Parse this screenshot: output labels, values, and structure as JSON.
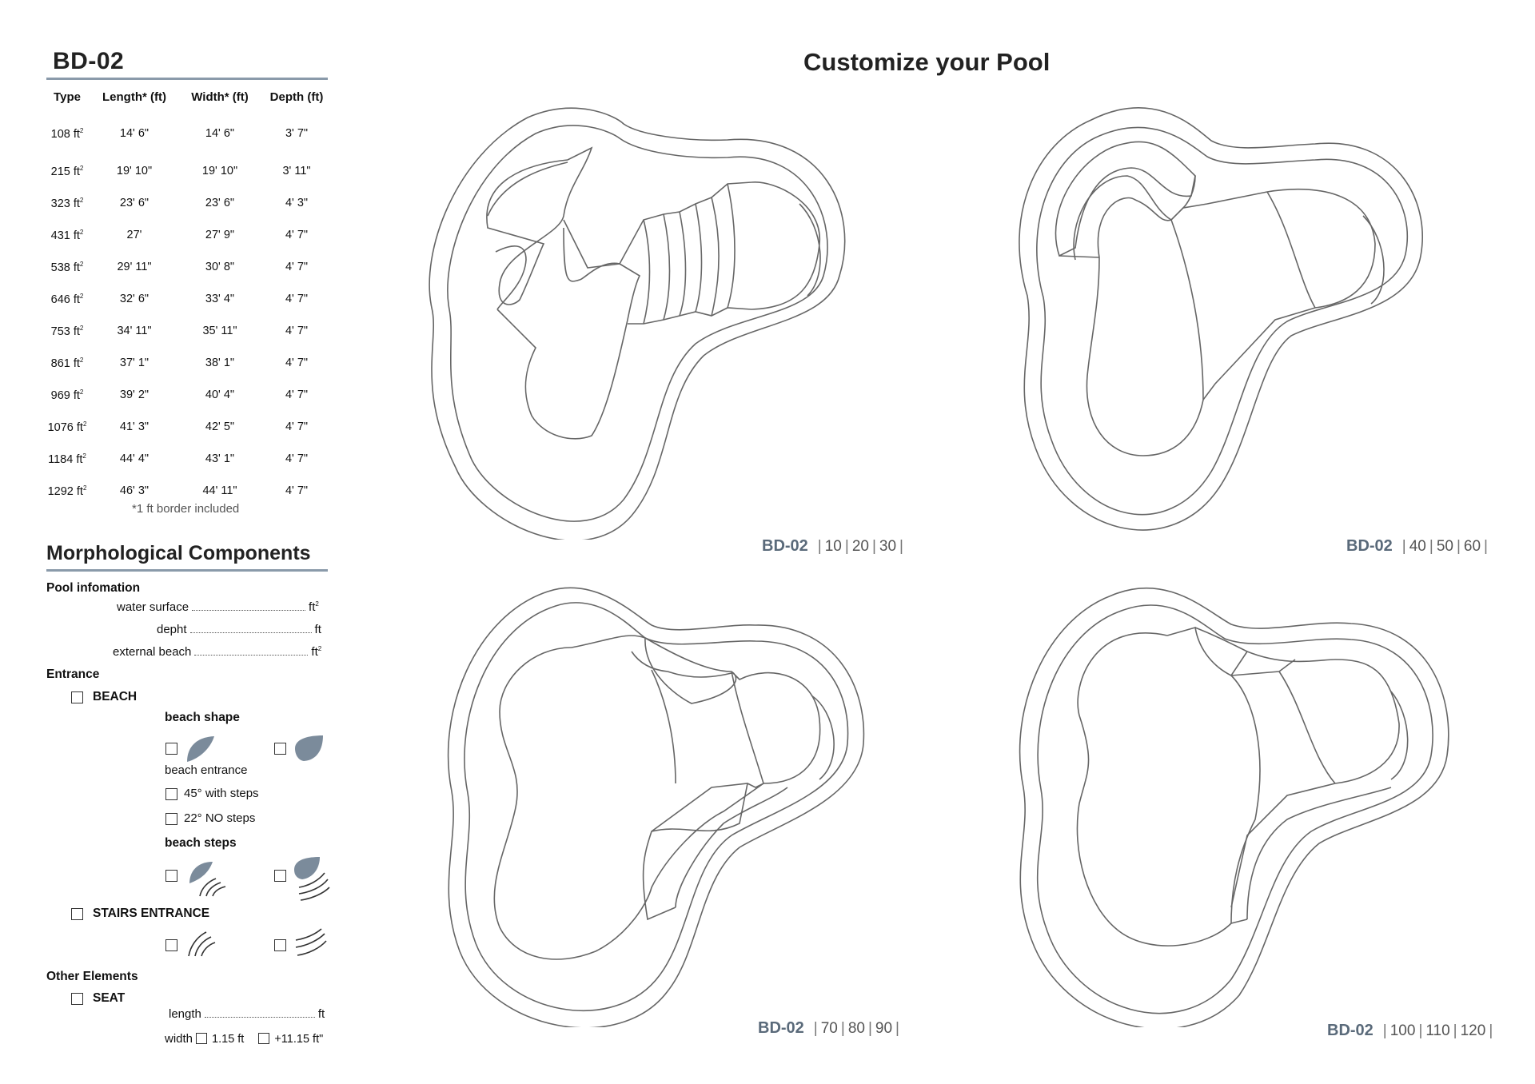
{
  "model": "BD-02",
  "heading": "Customize your Pool",
  "spec_table": {
    "headers": [
      "Type",
      "Length* (ft)",
      "Width* (ft)",
      "Depth (ft)"
    ],
    "rows": [
      {
        "type": "108 ft",
        "length": "14' 6\"",
        "width": "14' 6\"",
        "depth": "3' 7\""
      },
      {
        "type": "215 ft",
        "length": "19' 10\"",
        "width": "19' 10\"",
        "depth": "3' 11\""
      },
      {
        "type": "323 ft",
        "length": "23' 6\"",
        "width": "23' 6\"",
        "depth": "4' 3\""
      },
      {
        "type": "431 ft",
        "length": "27'",
        "width": "27' 9\"",
        "depth": "4' 7\""
      },
      {
        "type": "538 ft",
        "length": "29' 11\"",
        "width": "30' 8\"",
        "depth": "4' 7\""
      },
      {
        "type": "646 ft",
        "length": "32' 6\"",
        "width": "33' 4\"",
        "depth": "4' 7\""
      },
      {
        "type": "753 ft",
        "length": "34' 11\"",
        "width": "35' 11\"",
        "depth": "4' 7\""
      },
      {
        "type": "861 ft",
        "length": "37' 1\"",
        "width": "38' 1\"",
        "depth": "4' 7\""
      },
      {
        "type": "969 ft",
        "length": "39' 2\"",
        "width": "40' 4\"",
        "depth": "4' 7\""
      },
      {
        "type": "1076 ft",
        "length": "41' 3\"",
        "width": "42' 5\"",
        "depth": "4' 7\""
      },
      {
        "type": "1184 ft",
        "length": "44' 4\"",
        "width": "43' 1\"",
        "depth": "4' 7\""
      },
      {
        "type": "1292 ft",
        "length": "46' 3\"",
        "width": "44' 11\"",
        "depth": "4' 7\""
      }
    ],
    "area_superscript": "2",
    "footnote": "*1 ft border included"
  },
  "morph": {
    "title": "Morphological Components",
    "pool_info": {
      "heading": "Pool infomation",
      "water_surface": "water surface",
      "water_surface_unit": "ft",
      "depht": "depht",
      "depht_unit": "ft",
      "external_beach": "external beach",
      "external_beach_unit": "ft"
    },
    "entrance": {
      "heading": "Entrance",
      "beach": "BEACH",
      "beach_shape": "beach shape",
      "beach_entrance": "beach entrance",
      "option_45": "45° with steps",
      "option_22": "22° NO steps",
      "beach_steps": "beach steps",
      "stairs_entrance": "STAIRS ENTRANCE"
    },
    "other": {
      "heading": "Other Elements",
      "seat": "SEAT",
      "length": "length",
      "length_unit": "ft",
      "width": "width",
      "width_opt1": "1.15 ft",
      "width_opt2": "+11.15 ft\""
    }
  },
  "captions": [
    {
      "model": "BD-02",
      "sizes": [
        "10",
        "20",
        "30"
      ]
    },
    {
      "model": "BD-02",
      "sizes": [
        "40",
        "50",
        "60"
      ]
    },
    {
      "model": "BD-02",
      "sizes": [
        "70",
        "80",
        "90"
      ]
    },
    {
      "model": "BD-02",
      "sizes": [
        "100",
        "110",
        "120"
      ]
    }
  ],
  "colors": {
    "accent": "#8a9aaa",
    "icon_fill": "#7b8b9b",
    "caption_model": "#5a6a7a"
  },
  "icons": [
    "beach-shape-quarter-icon",
    "beach-shape-leaf-icon",
    "beach-steps-quarter-icon",
    "beach-steps-leaf-icon",
    "stairs-arc-icon",
    "stairs-diagonal-icon"
  ]
}
